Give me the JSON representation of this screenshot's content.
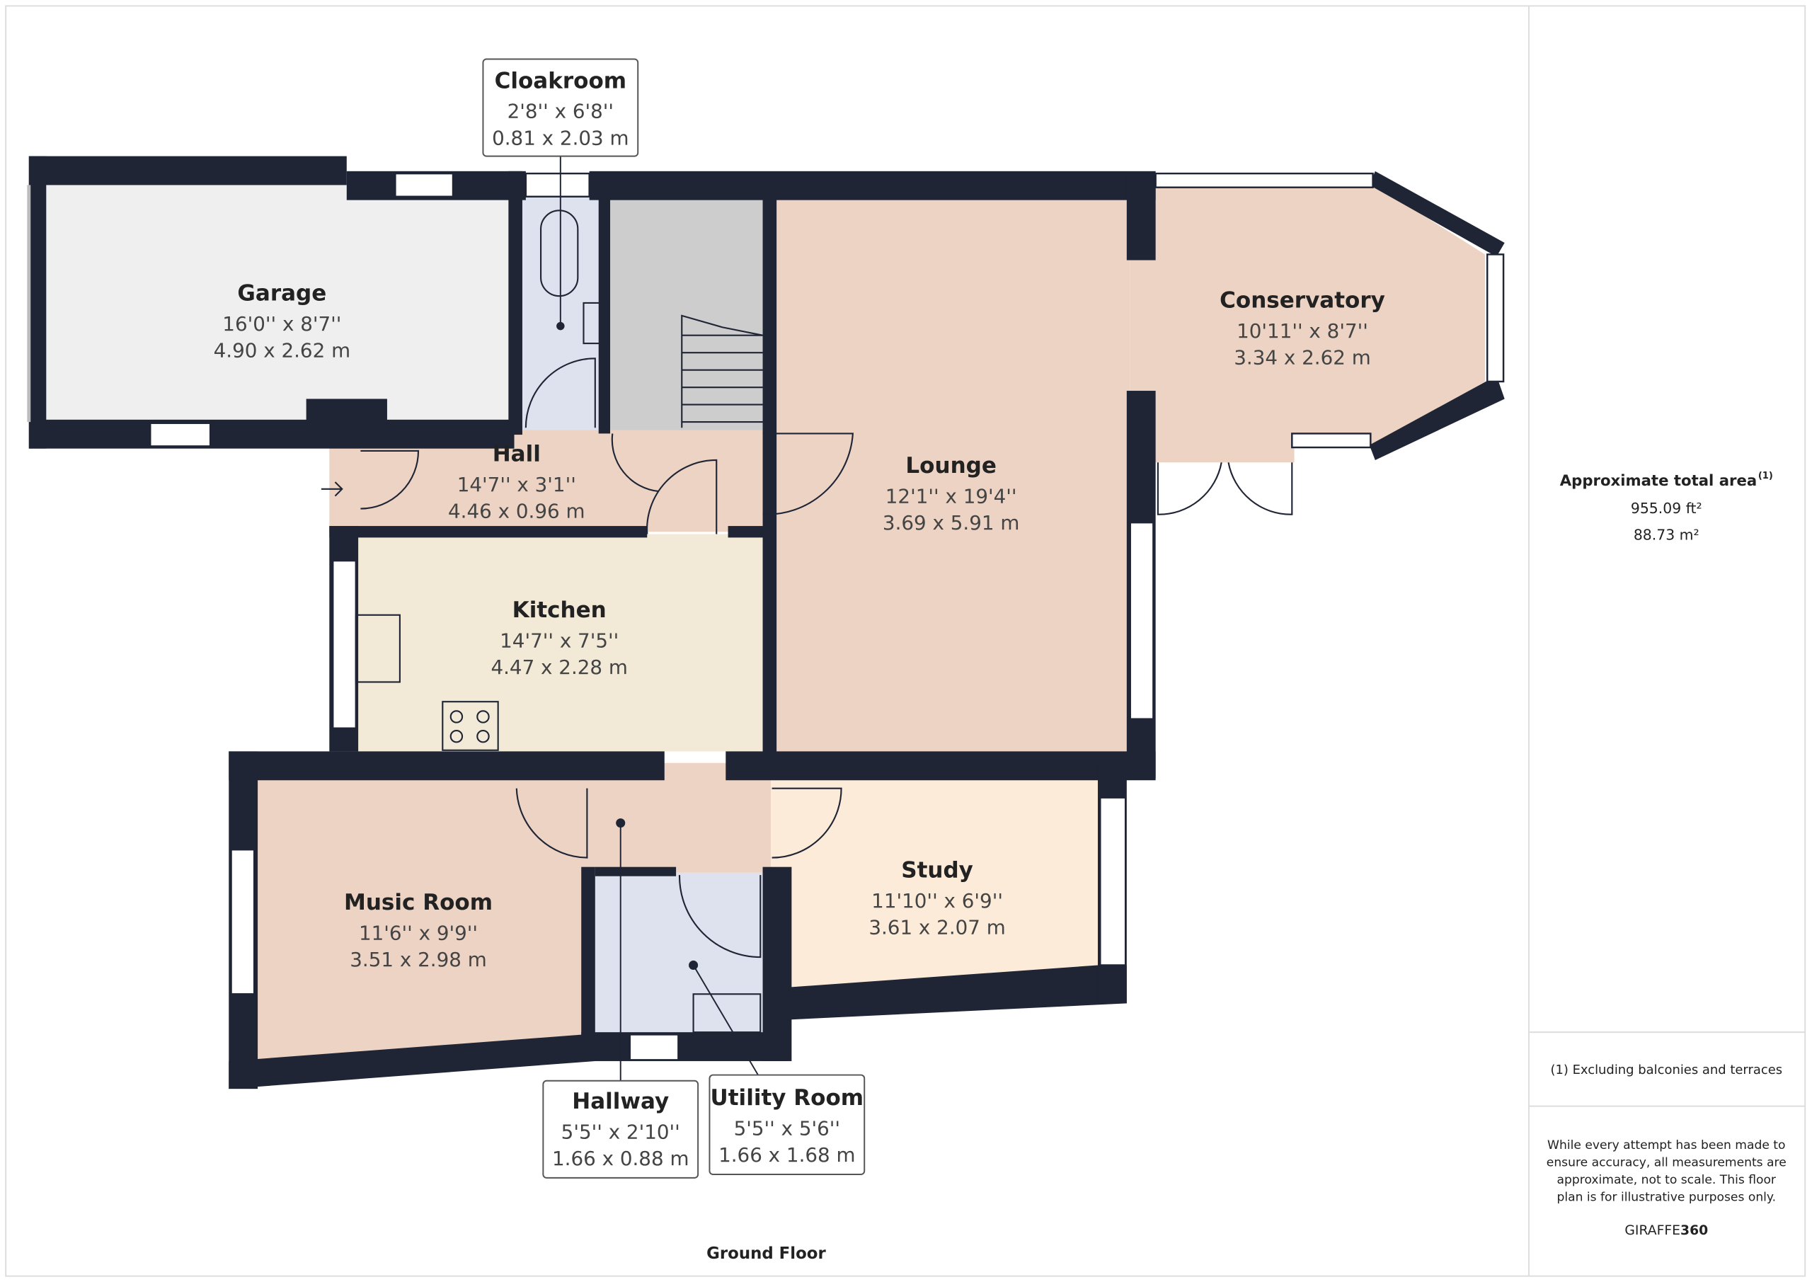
{
  "floor_label": "Ground Floor",
  "rooms": [
    {
      "name": "Garage",
      "imperial": "16'0'' x 8'7''",
      "metric": "4.90 x 2.62 m"
    },
    {
      "name": "Cloakroom",
      "imperial": "2'8'' x 6'8''",
      "metric": "0.81 x 2.03 m"
    },
    {
      "name": "Conservatory",
      "imperial": "10'11'' x 8'7''",
      "metric": "3.34 x 2.62 m"
    },
    {
      "name": "Hall",
      "imperial": "14'7'' x 3'1''",
      "metric": "4.46 x 0.96 m"
    },
    {
      "name": "Lounge",
      "imperial": "12'1'' x 19'4''",
      "metric": "3.69 x 5.91 m"
    },
    {
      "name": "Kitchen",
      "imperial": "14'7'' x 7'5''",
      "metric": "4.47 x 2.28 m"
    },
    {
      "name": "Music Room",
      "imperial": "11'6'' x 9'9''",
      "metric": "3.51 x 2.98 m"
    },
    {
      "name": "Study",
      "imperial": "11'10'' x 6'9''",
      "metric": "3.61 x 2.07 m"
    },
    {
      "name": "Hallway",
      "imperial": "5'5'' x 2'10''",
      "metric": "1.66 x 0.88 m"
    },
    {
      "name": "Utility Room",
      "imperial": "5'5'' x 5'6''",
      "metric": "1.66 x 1.68 m"
    }
  ],
  "panel": {
    "area_title": "Approximate total area",
    "area_note_marker": "(1)",
    "area_ft": "955.09 ft²",
    "area_m": "88.73 m²",
    "footnote": "(1) Excluding balconies and terraces",
    "disclaimer": [
      "While every attempt has been made to",
      "ensure accuracy, all measurements are",
      "approximate, not to scale. This floor",
      "plan is for illustrative purposes only."
    ],
    "brand_a": "GIRAFFE",
    "brand_b": "360"
  },
  "colors": {
    "wall": "#1f2535",
    "peach": "#ecd3c4",
    "kitchen": "#f2ead6",
    "study": "#fdebd9",
    "blue": "#dee2ee",
    "garage": "#efefef",
    "stairs": "#cdcdcd"
  }
}
